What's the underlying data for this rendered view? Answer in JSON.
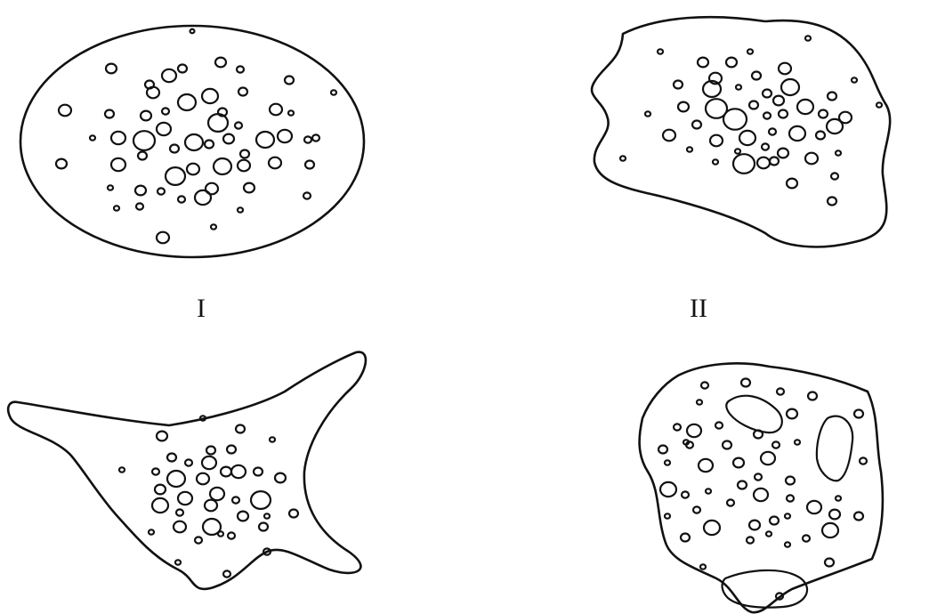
{
  "figure": {
    "ink_color": "#111111",
    "background": "#ffffff",
    "panels": [
      {
        "id": "I",
        "label": "I",
        "shape": "oval cell"
      },
      {
        "id": "II",
        "label": "II",
        "shape": "wavy cell"
      },
      {
        "id": "III",
        "label": "",
        "shape": "cell with long pseudopodia"
      },
      {
        "id": "IV",
        "label": "",
        "shape": "angular cell with large vacuoles"
      }
    ]
  }
}
